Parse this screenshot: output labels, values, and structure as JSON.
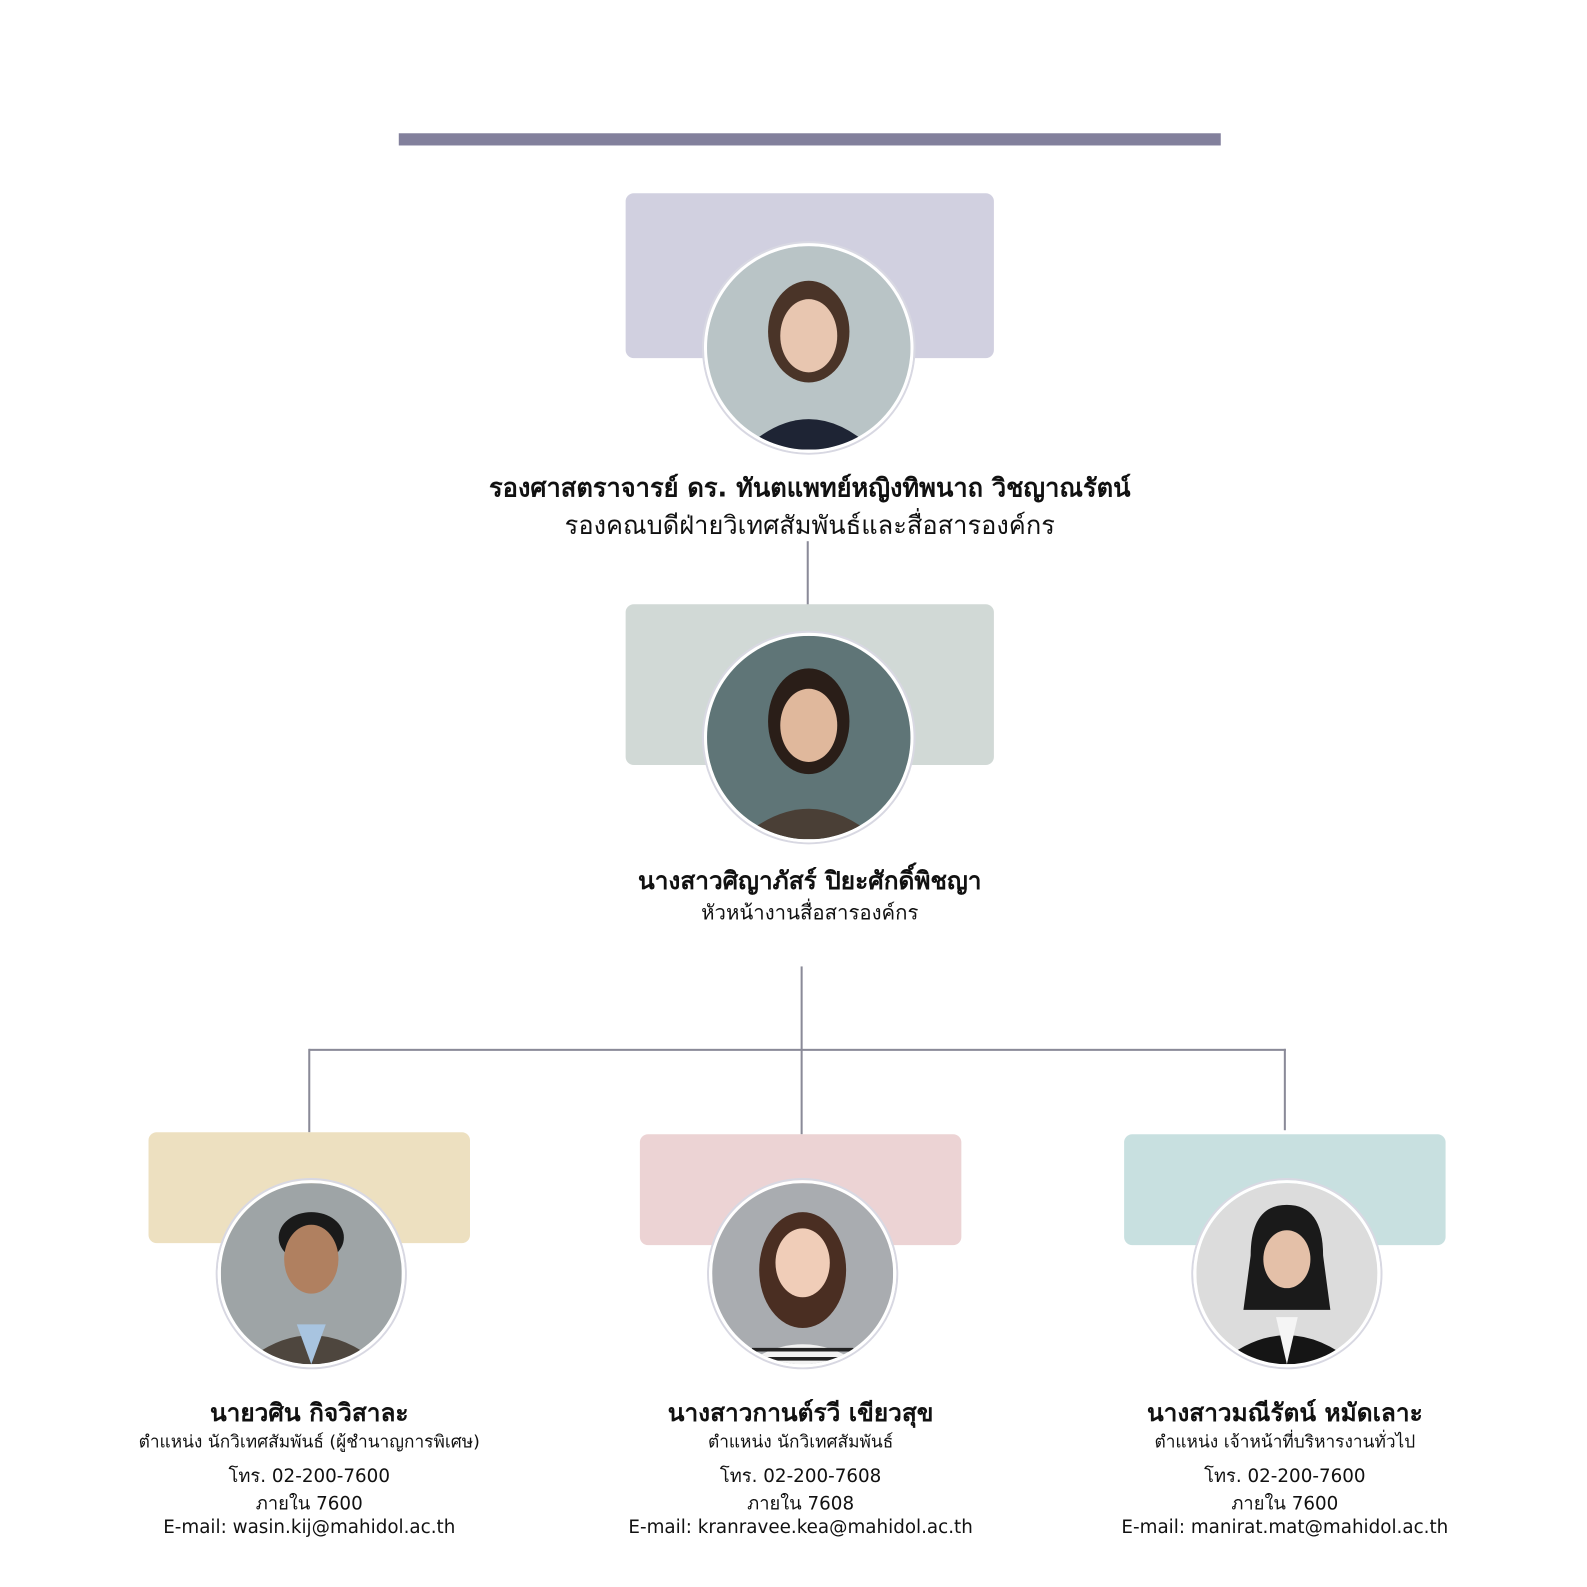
{
  "colors": {
    "header_bar": "#82809c",
    "box_top": "#d1d0e0",
    "box_second": "#d1d9d6",
    "box_left": "#ede0c0",
    "box_middle": "#ecd3d4",
    "box_right": "#c8e0e0",
    "connector": "#8a8a98"
  },
  "top": {
    "name": "รองศาสตราจารย์ ดร. ทันตแพทย์หญิงทิพนาถ วิชญาณรัตน์",
    "title": "รองคณบดีฝ่ายวิเทศสัมพันธ์และสื่อสารองค์กร"
  },
  "second": {
    "name": "นางสาวศิญาภัสร์ ปิยะศักดิ์พิชญา",
    "title": "หัวหน้างานสื่อสารองค์กร"
  },
  "staff": [
    {
      "name": "นายวศิน กิจวิสาละ",
      "position": "ตำแหน่ง นักวิเทศสัมพันธ์ (ผู้ชำนาญการพิเศษ)",
      "tel": "โทร. 02-200-7600",
      "ext": "ภายใน 7600",
      "email": "E-mail: wasin.kij@mahidol.ac.th"
    },
    {
      "name": "นางสาวกานต์รวี เขียวสุข",
      "position": "ตำแหน่ง นักวิเทศสัมพันธ์",
      "tel": "โทร. 02-200-7608",
      "ext": "ภายใน 7608",
      "email": "E-mail: kranravee.kea@mahidol.ac.th"
    },
    {
      "name": "นางสาวมณีรัตน์ หมัดเลาะ",
      "position": "ตำแหน่ง  เจ้าหน้าที่บริหารงานทั่วไป",
      "tel": "โทร. 02-200-7600",
      "ext": "ภายใน 7600",
      "email": "E-mail: manirat.mat@mahidol.ac.th"
    }
  ]
}
